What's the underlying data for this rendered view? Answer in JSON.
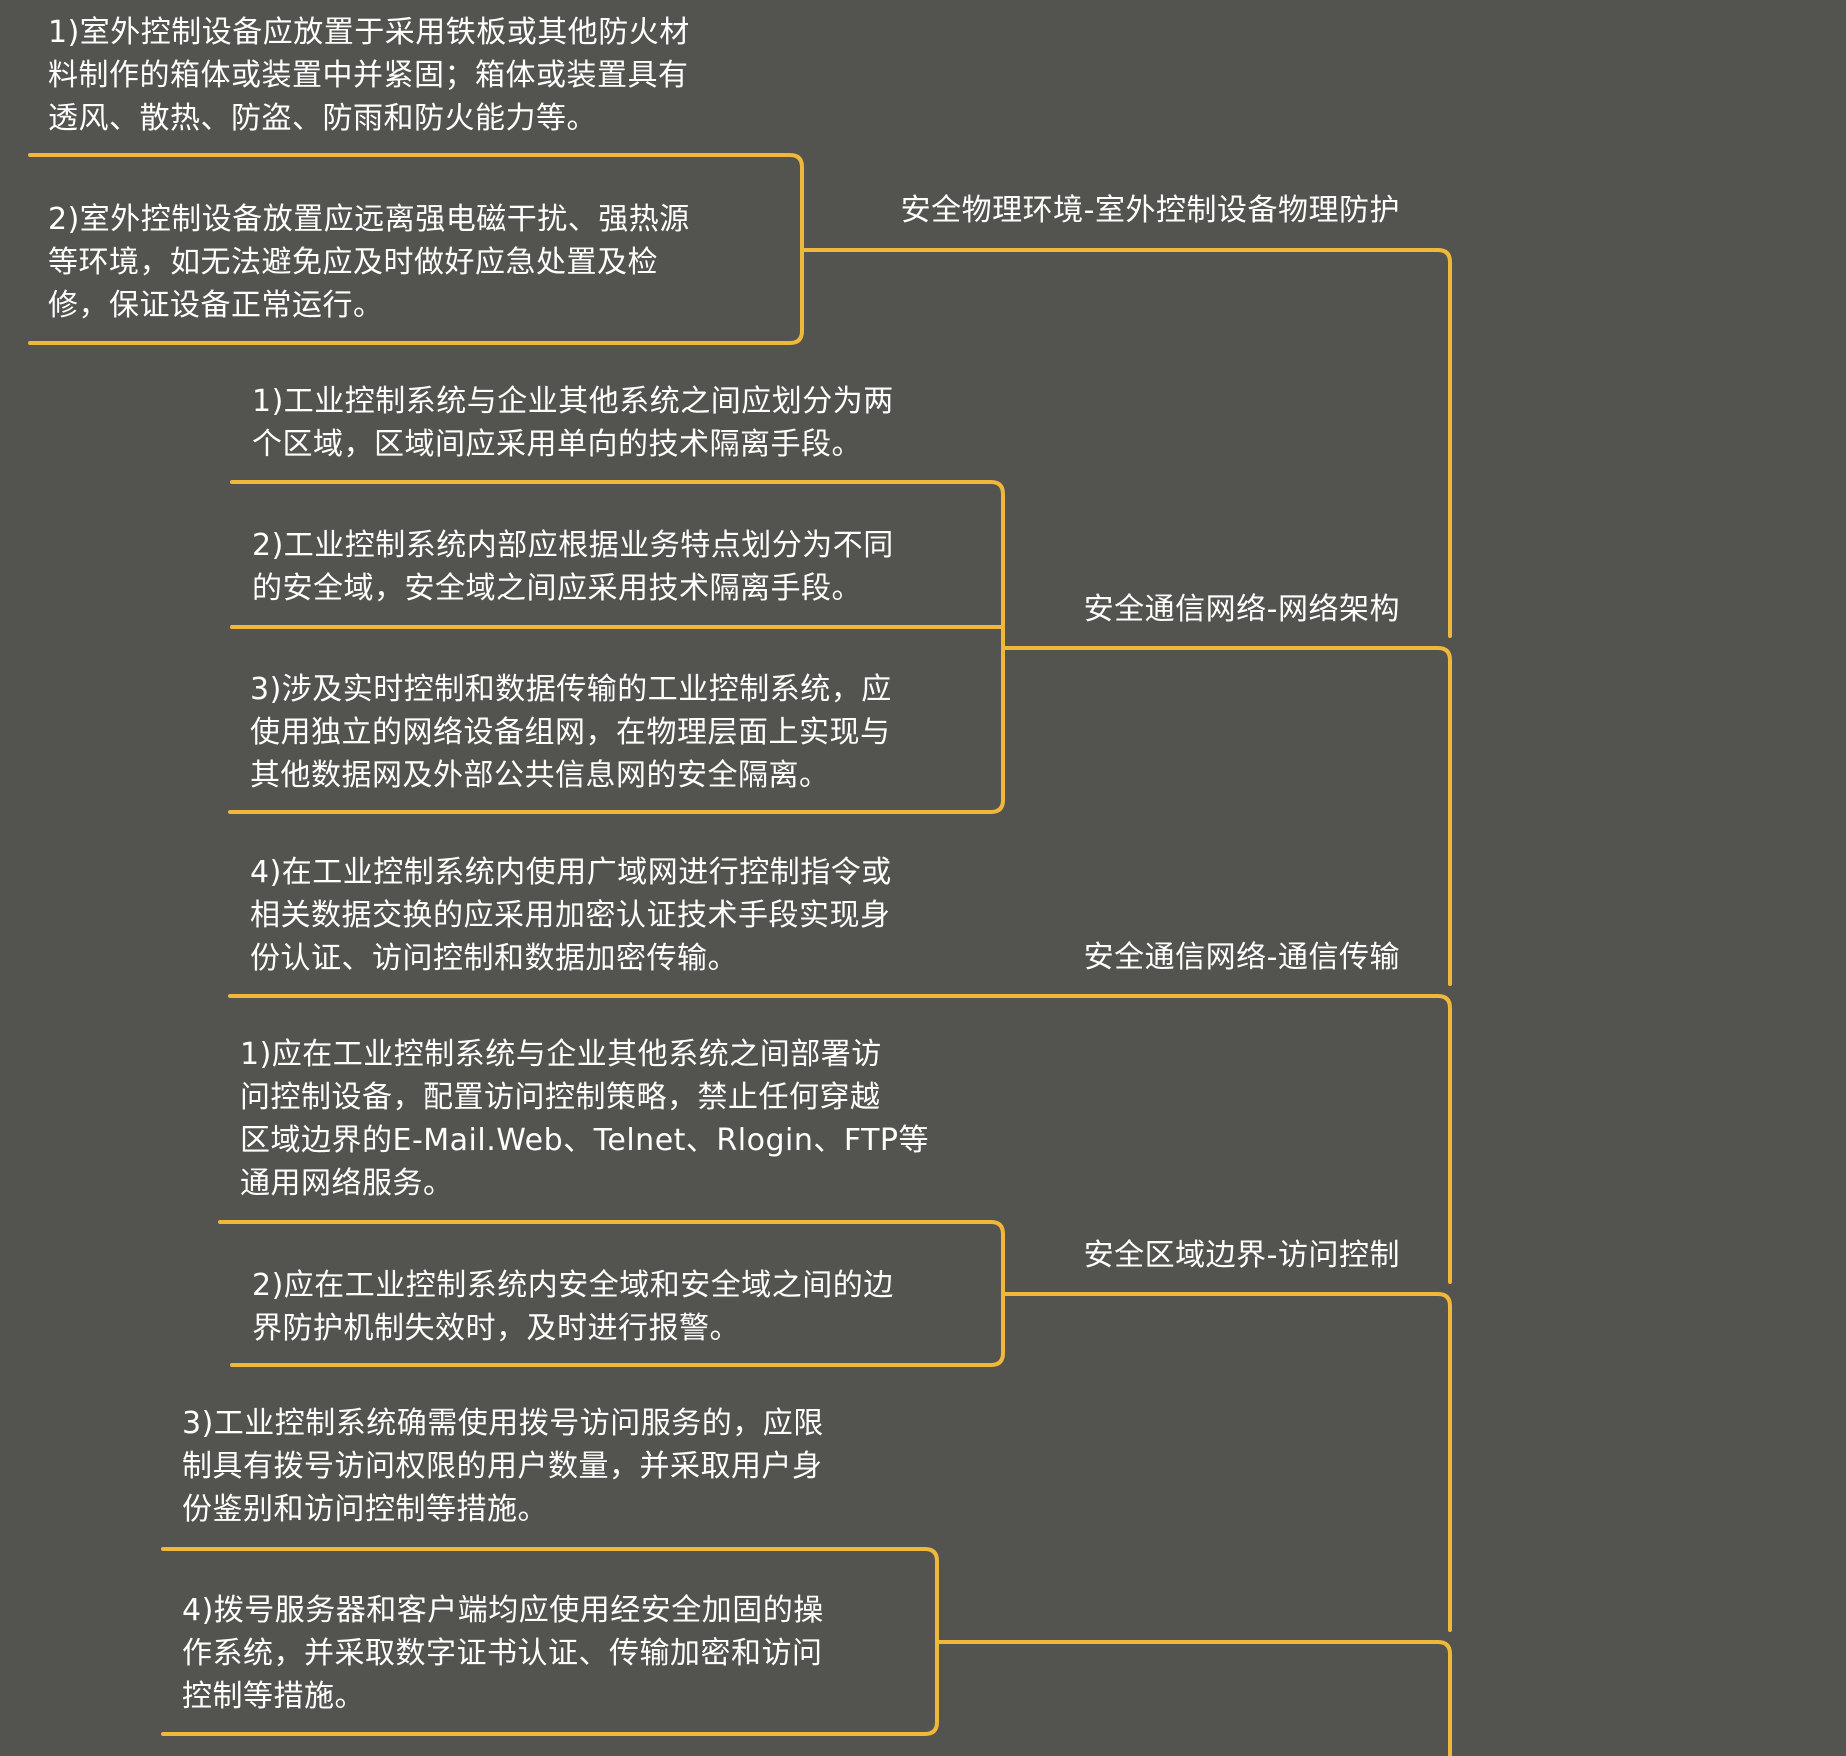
{
  "accent_color": "#f0b83a",
  "background_color": "#53544f",
  "branches": [
    {
      "label": "安全物理环境-室外控制设备物理防护",
      "leaves": [
        "1)室外控制设备应放置于采用铁板或其他防火材\n料制作的箱体或装置中并紧固；箱体或装置具有\n透风、散热、防盗、防雨和防火能力等。",
        "2)室外控制设备放置应远离强电磁干扰、强热源\n等环境，如无法避免应及时做好应急处置及检\n修，保证设备正常运行。"
      ]
    },
    {
      "label": "安全通信网络-网络架构",
      "leaves": [
        "1)工业控制系统与企业其他系统之间应划分为两\n个区域，区域间应采用单向的技术隔离手段。",
        "2)工业控制系统内部应根据业务特点划分为不同\n的安全域，安全域之间应采用技术隔离手段。",
        "3)涉及实时控制和数据传输的工业控制系统，应\n使用独立的网络设备组网，在物理层面上实现与\n其他数据网及外部公共信息网的安全隔离。"
      ]
    },
    {
      "label": "安全通信网络-通信传输",
      "leaves": [
        "4)在工业控制系统内使用广域网进行控制指令或\n相关数据交换的应采用加密认证技术手段实现身\n份认证、访问控制和数据加密传输。"
      ]
    },
    {
      "label": "安全区域边界-访问控制",
      "leaves": [
        "1)应在工业控制系统与企业其他系统之间部署访\n问控制设备，配置访问控制策略，禁止任何穿越\n区域边界的E-Mail.Web、Telnet、Rlogin、FTP等\n通用网络服务。",
        "2)应在工业控制系统内安全域和安全域之间的边\n界防护机制失效时，及时进行报警。"
      ]
    },
    {
      "label": "",
      "leaves": [
        "3)工业控制系统确需使用拨号访问服务的，应限\n制具有拨号访问权限的用户数量，并采取用户身\n份鉴别和访问控制等措施。",
        "4)拨号服务器和客户端均应使用经安全加固的操\n作系统，并采取数字证书认证、传输加密和访问\n控制等措施。"
      ]
    }
  ]
}
